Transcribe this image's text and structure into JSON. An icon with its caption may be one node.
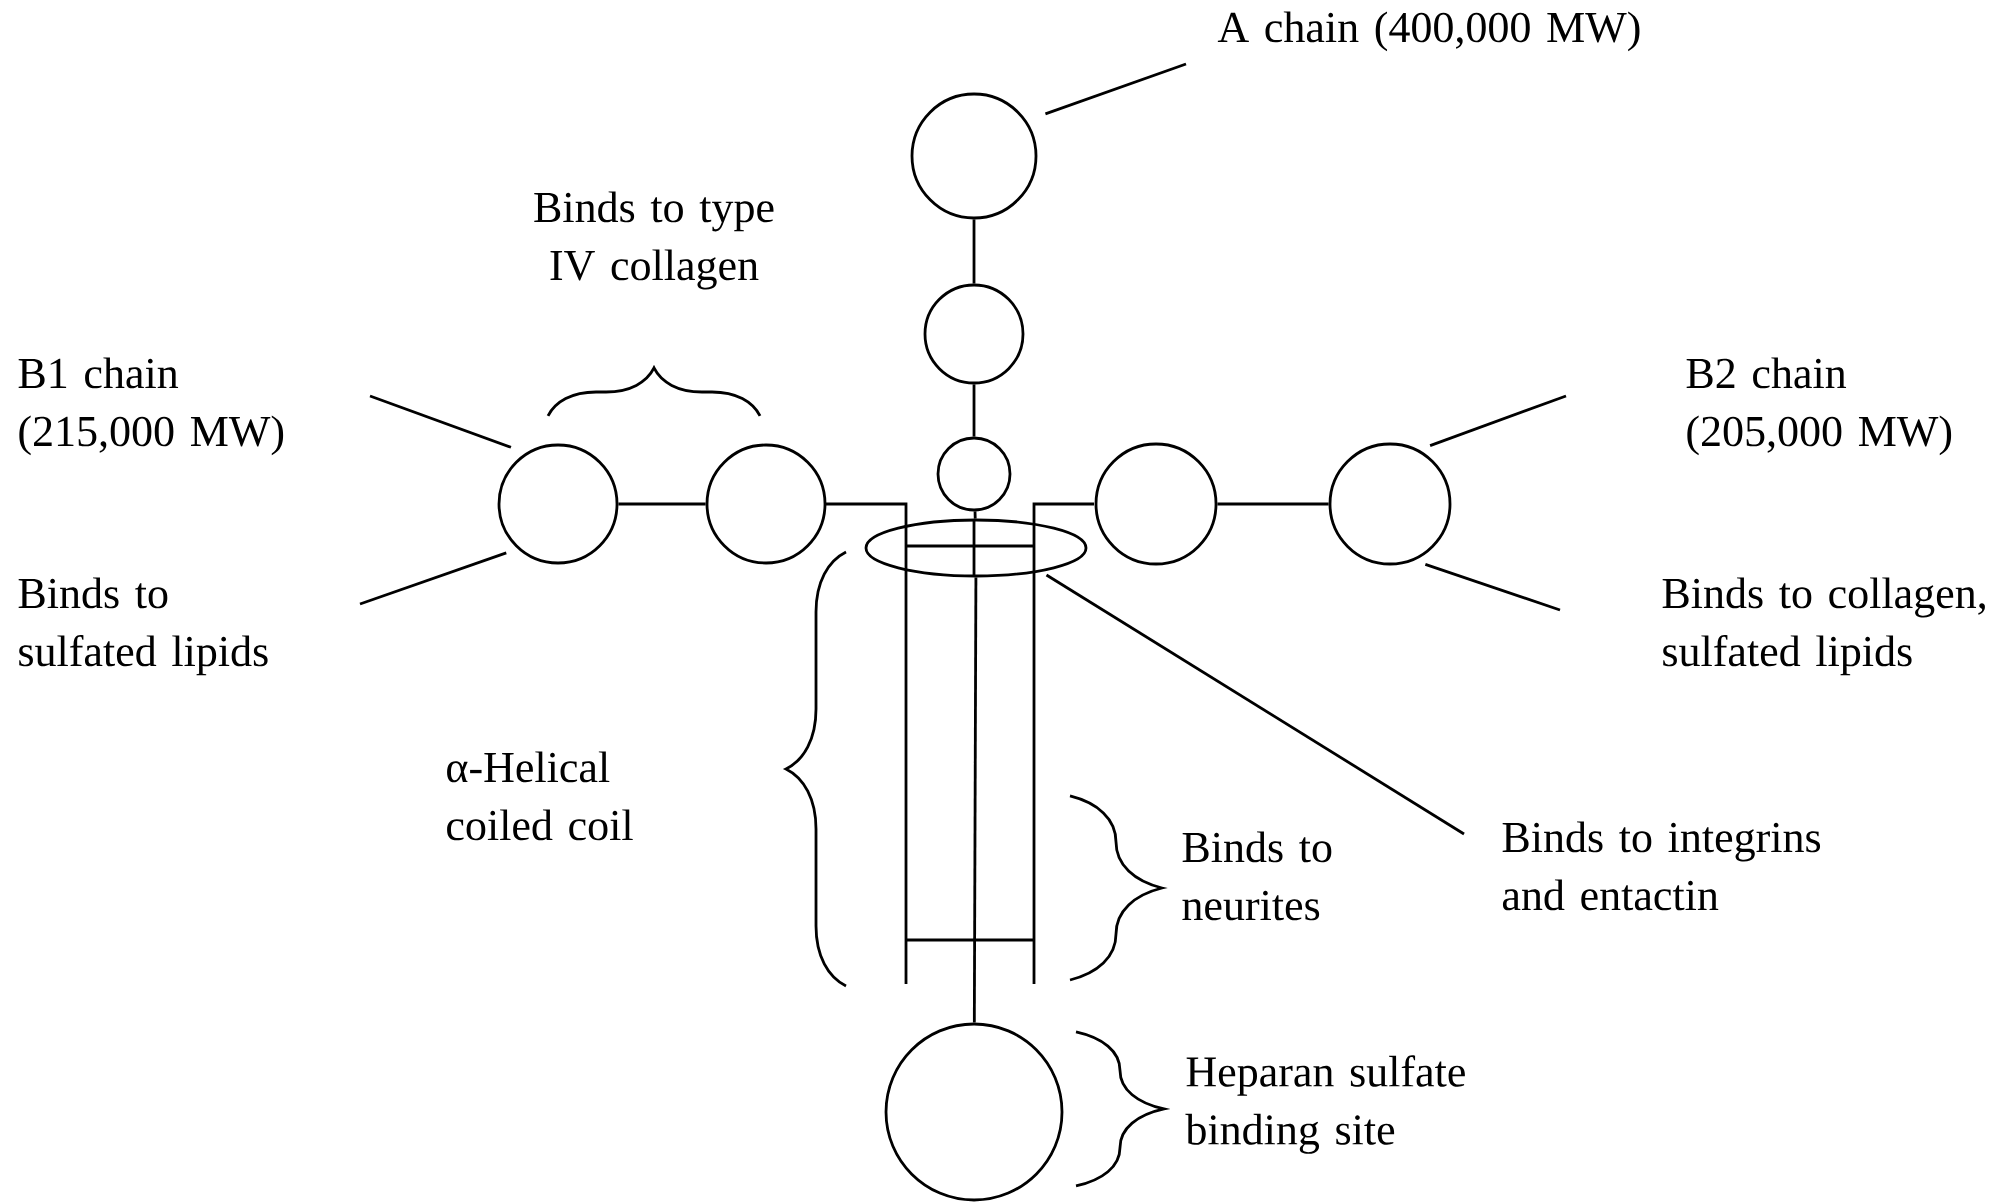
{
  "diagram": {
    "nodes": [
      {
        "text": [
          "A chain (400,000 MW)"
        ]
      },
      {
        "text": [],
        "shape": "circle"
      },
      {
        "text": [],
        "shape": "circle"
      },
      {
        "text": [
          "B1 chain (215,000 MW)"
        ]
      },
      {
        "text": [
          "B2 chain (205,000 MW)"
        ]
      },
      {
        "text": [],
        "shape": "circle"
      },
      {
        "text": [],
        "shape": "circle"
      },
      {
        "text": [],
        "shape": "circle"
      },
      {
        "text": [],
        "shape": "circle"
      },
      {
        "text": [],
        "shape": "circle"
      },
      {
        "text": [],
        "shape": "ellipse"
      },
      {
        "text": [
          "Binds to sulfated lipids"
        ]
      },
      {
        "text": [
          "Binds to collagen, sulfated lipids"
        ]
      },
      {
        "text": [
          "Binds to integrins and entactin"
        ]
      },
      {
        "text": [],
        "shape": "circle"
      }
    ],
    "edges": [
      {
        "from": 1,
        "to": 2,
        "arrow": "none"
      },
      {
        "from": 2,
        "to": 7,
        "arrow": "none"
      },
      {
        "from": 5,
        "to": 6,
        "arrow": "none"
      },
      {
        "from": 8,
        "to": 9,
        "arrow": "none"
      },
      {
        "from": 7,
        "to": 10,
        "arrow": "none"
      },
      {
        "from": 10,
        "to": 14,
        "arrow": "none"
      },
      {
        "from": 0,
        "to": 1,
        "arrow": "none"
      },
      {
        "from": 3,
        "to": 5,
        "arrow": "none"
      },
      {
        "from": 11,
        "to": 5,
        "arrow": "none"
      },
      {
        "from": 4,
        "to": 9,
        "arrow": "none"
      },
      {
        "from": 12,
        "to": 9,
        "arrow": "none"
      },
      {
        "from": 13,
        "to": 10,
        "arrow": "none"
      }
    ],
    "labels": [
      "Binds to type IV collagen",
      "α-Helical coiled coil",
      "Binds to neurites",
      "Heparan sulfate binding site"
    ]
  }
}
